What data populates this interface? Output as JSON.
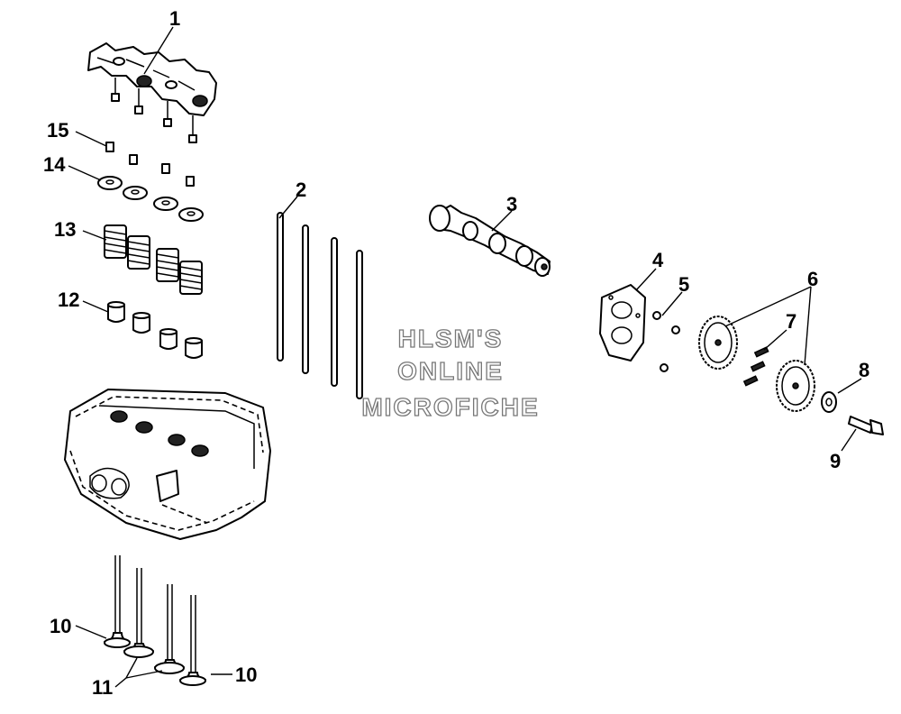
{
  "callouts": [
    {
      "id": "c1",
      "label": "1"
    },
    {
      "id": "c2",
      "label": "2"
    },
    {
      "id": "c3",
      "label": "3"
    },
    {
      "id": "c4",
      "label": "4"
    },
    {
      "id": "c5",
      "label": "5"
    },
    {
      "id": "c6",
      "label": "6"
    },
    {
      "id": "c7",
      "label": "7"
    },
    {
      "id": "c8",
      "label": "8"
    },
    {
      "id": "c9",
      "label": "9"
    },
    {
      "id": "c10a",
      "label": "10"
    },
    {
      "id": "c10b",
      "label": "10"
    },
    {
      "id": "c11",
      "label": "11"
    },
    {
      "id": "c12",
      "label": "12"
    },
    {
      "id": "c13",
      "label": "13"
    },
    {
      "id": "c14",
      "label": "14"
    },
    {
      "id": "c15",
      "label": "15"
    }
  ],
  "watermark": {
    "line1": "HLSM'S",
    "line2": "ONLINE",
    "line3": "MICROFICHE"
  },
  "colors": {
    "line": "#000000",
    "background": "#ffffff",
    "watermark_outline": "#777777"
  }
}
